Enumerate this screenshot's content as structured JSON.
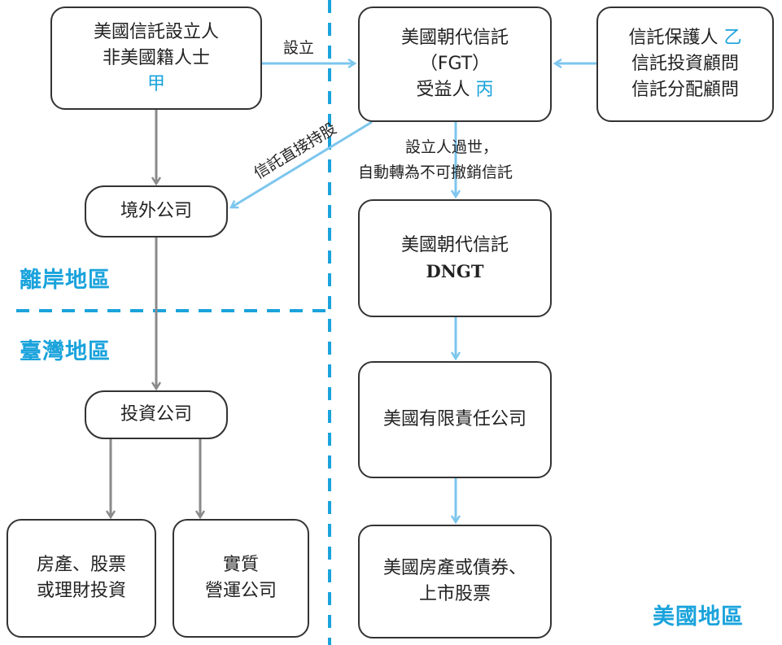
{
  "boxes": {
    "settlor": {
      "line1": "美國信託設立人",
      "line2": "非美國籍人士",
      "line3": "甲"
    },
    "fgt": {
      "line1": "美國朝代信託",
      "line2": "（FGT）",
      "line3a": "受益人 ",
      "line3b": "丙"
    },
    "protector": {
      "line1a": "信託保護人 ",
      "line1b": "乙",
      "line2": "信託投資顧問",
      "line3": "信託分配顧問"
    },
    "offshore_company": {
      "label": "境外公司"
    },
    "dngt": {
      "line1": "美國朝代信託",
      "line2": "DNGT"
    },
    "investment_company": {
      "label": "投資公司"
    },
    "us_llc": {
      "label": "美國有限責任公司"
    },
    "assets_tw": {
      "line1": "房產、股票",
      "line2": "或理財投資"
    },
    "operating_company": {
      "line1": "實質",
      "line2": "營運公司"
    },
    "us_assets": {
      "line1": "美國房產或債券、",
      "line2": "上市股票"
    }
  },
  "labels": {
    "establish": "設立",
    "direct_holding": "信託直接持股",
    "death_line1": "設立人過世，",
    "death_line2": "自動轉為不可撤銷信託"
  },
  "regions": {
    "offshore": "離岸地區",
    "taiwan": "臺灣地區",
    "usa": "美國地區"
  },
  "colors": {
    "accent_blue": "#1aa3dc",
    "light_blue_arrow": "#7cc6ee",
    "gray_arrow": "#8a8a8a",
    "box_border": "#333333"
  }
}
